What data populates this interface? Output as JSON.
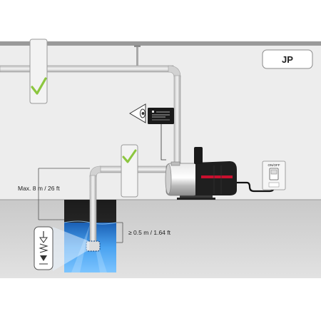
{
  "badge": {
    "text": "JP"
  },
  "labels": {
    "max_depth": "Max. 8 m / 26 ft",
    "min_submersion": "≥ 0.5 m / 1.64 ft",
    "switch_on": "ON/OFF"
  },
  "icons": {
    "check_top": "check-icon",
    "check_mid": "check-icon",
    "eye": "eye-icon",
    "nameplate": "nameplate-icon",
    "foot_valve": "foot-valve-icon",
    "switch": "switch-icon",
    "pump": "pump-icon"
  },
  "colors": {
    "wall": "#ebebeb",
    "ground": "#d6d6d6",
    "ceiling": "#9a9a9a",
    "pipe": "#d9d9d9",
    "pipe_edge": "#9c9c9c",
    "check": "#8cc63f",
    "water": "#2f7fd1",
    "well": "#2b2b2b",
    "pump_body": "#1f1f1f",
    "pump_accent": "#c8102e"
  }
}
